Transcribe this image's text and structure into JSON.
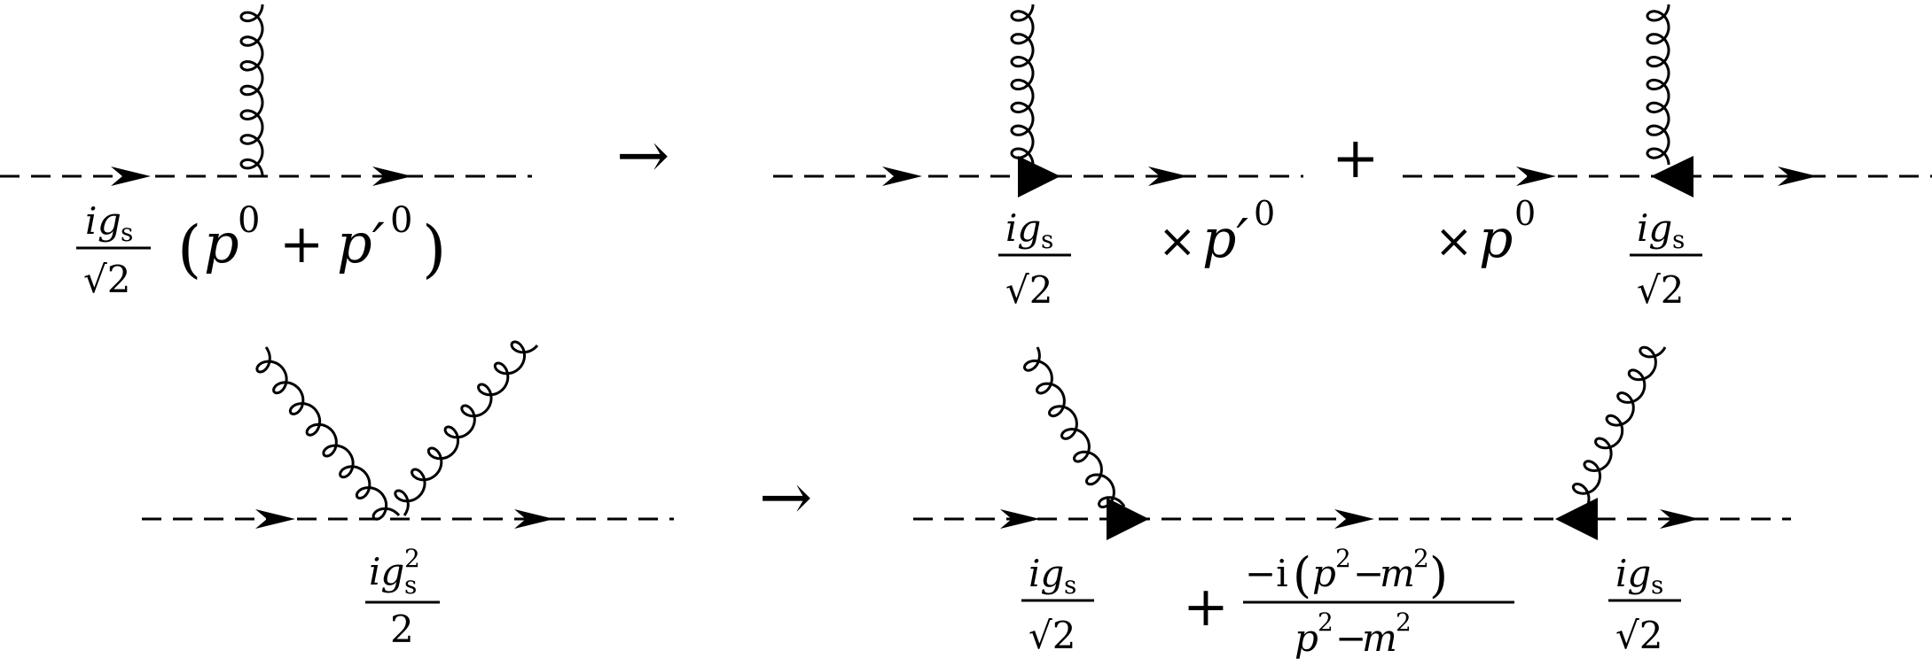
{
  "symbols": {
    "arrow": "→",
    "plus": "+",
    "times": "×",
    "minus": "−"
  },
  "top_row": {
    "left_vertex": {
      "frac_num_i": "i",
      "frac_num_g": "g",
      "frac_num_sub": "s",
      "frac_den": "√2",
      "paren_open": "(",
      "p": "p",
      "p_sup": "0",
      "p_prime": "p′",
      "p_prime_sup": "0",
      "paren_close": ")"
    },
    "right_factor_left": {
      "p_prime": "p′",
      "sup": "0"
    },
    "right_factor_right": {
      "p": "p",
      "sup": "0"
    }
  },
  "bottom_row": {
    "left_vertex": {
      "num_ig": "ig",
      "sup": "2",
      "sub": "s",
      "den": "2"
    },
    "propagator": {
      "num_prefix": "−i",
      "num_open": "(",
      "num_p": "p",
      "num_sup1": "2",
      "num_m": "m",
      "num_sup2": "2",
      "num_close": ")",
      "den_p": "p",
      "den_sup1": "2",
      "den_m": "m",
      "den_sup2": "2"
    }
  },
  "coupling": {
    "ig": "ig",
    "sub": "s",
    "den": "√2"
  }
}
